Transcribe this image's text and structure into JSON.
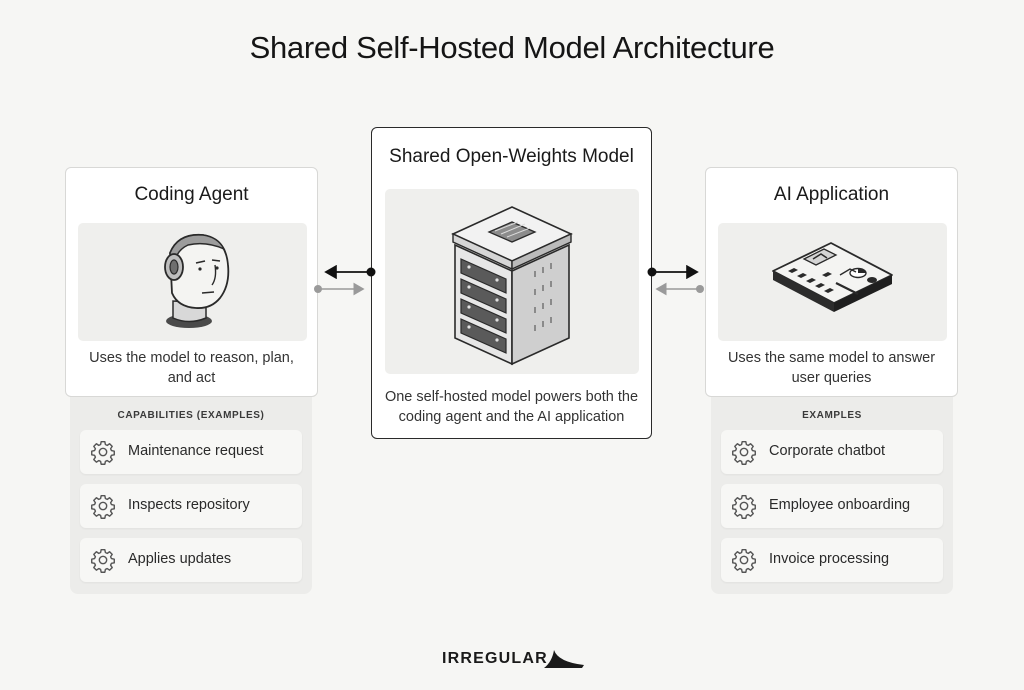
{
  "title": "Shared Self-Hosted Model Architecture",
  "left_card": {
    "title": "Coding Agent",
    "description_line1": "Uses the model to reason, plan,",
    "description_line2": "and act",
    "icon": "robot-head-icon"
  },
  "center_card": {
    "title": "Shared Open-Weights Model",
    "description_line1": "One self-hosted model powers both the",
    "description_line2": "coding agent and the AI application",
    "icon": "server-rack-icon"
  },
  "right_card": {
    "title": "AI Application",
    "description_line1": "Uses the same model to answer",
    "description_line2": "user queries",
    "icon": "app-interface-icon"
  },
  "left_panel": {
    "heading": "CAPABILITIES (EXAMPLES)",
    "items": [
      {
        "label": "Maintenance request",
        "icon": "gear-icon"
      },
      {
        "label": "Inspects repository",
        "icon": "gear-icon"
      },
      {
        "label": "Applies updates",
        "icon": "gear-icon"
      }
    ]
  },
  "right_panel": {
    "heading": "EXAMPLES",
    "items": [
      {
        "label": "Corporate chatbot",
        "icon": "gear-icon"
      },
      {
        "label": "Employee onboarding",
        "icon": "gear-icon"
      },
      {
        "label": "Invoice processing",
        "icon": "gear-icon"
      }
    ]
  },
  "logo": {
    "text": "IRREGULAR",
    "icon": "swoosh-logo-icon"
  },
  "colors": {
    "background": "#f6f6f4",
    "card": "#ffffff",
    "border": "#d8d8d6",
    "arrow_dark": "#111111",
    "arrow_light": "#9a9a9a"
  }
}
